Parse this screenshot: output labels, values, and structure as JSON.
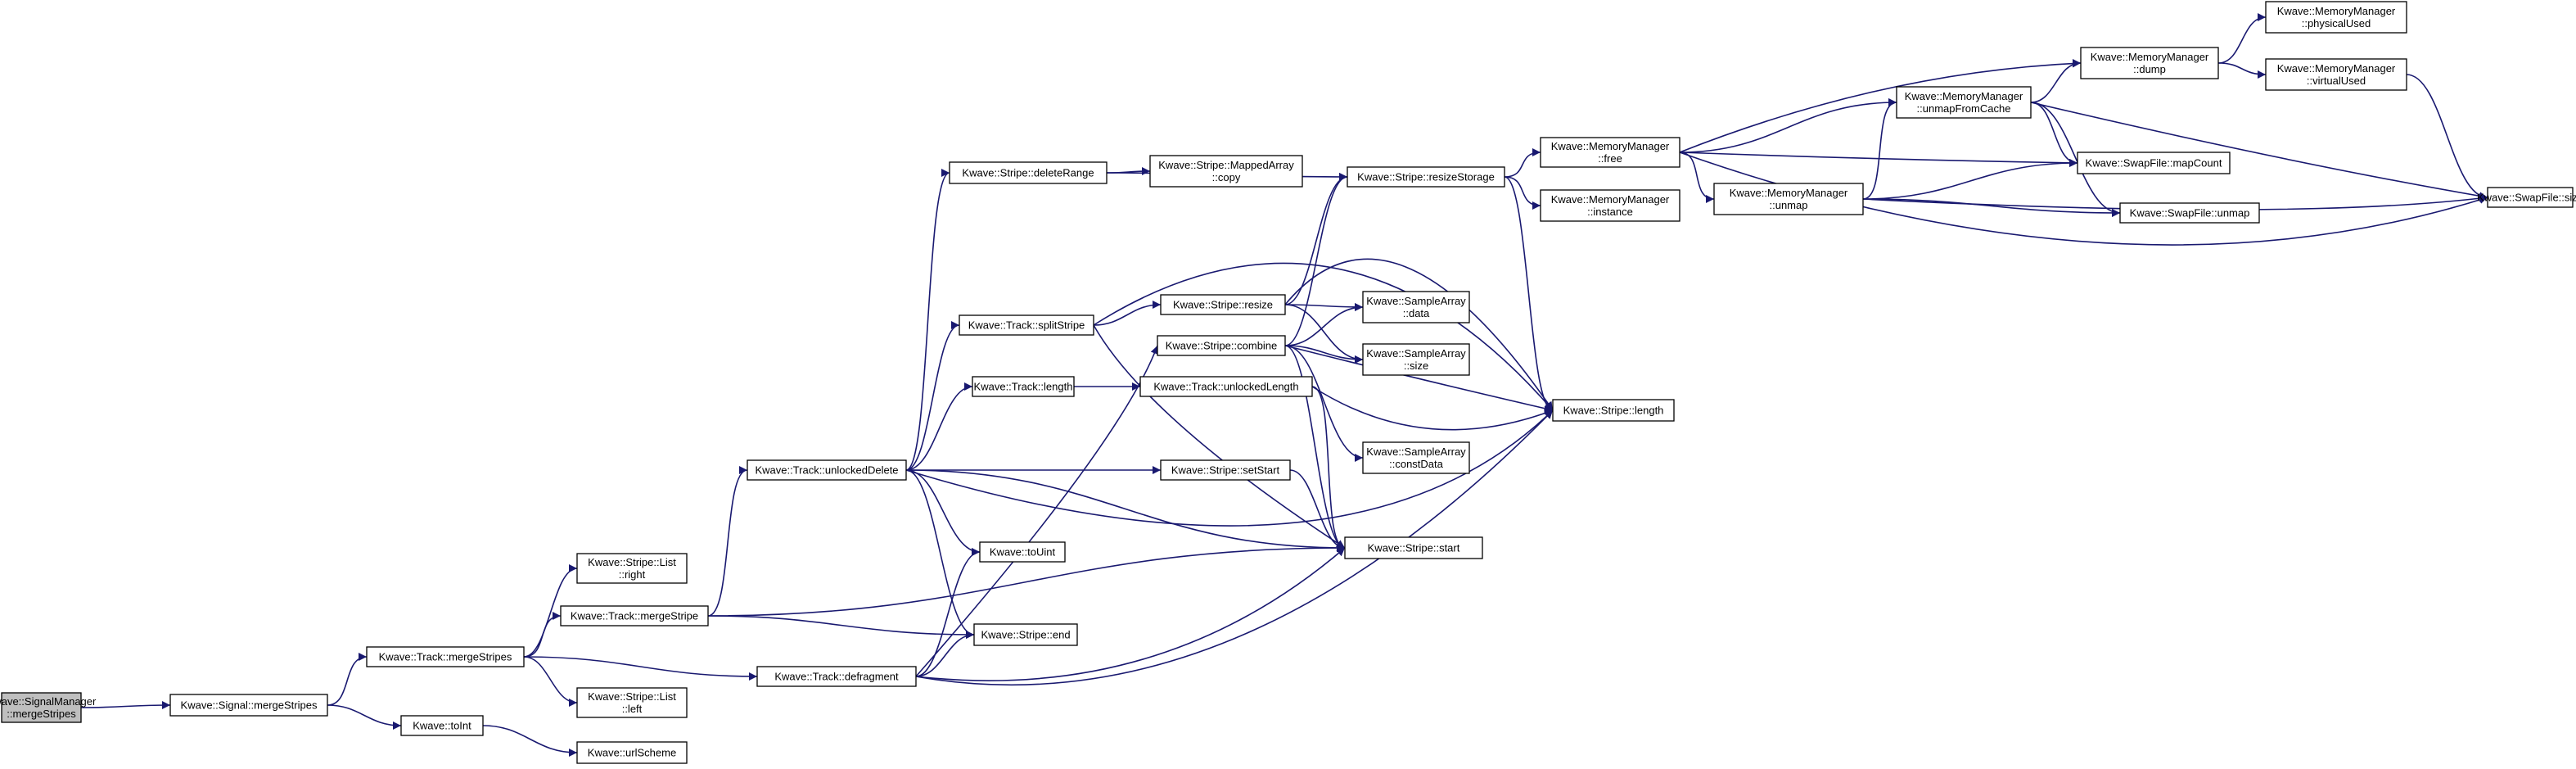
{
  "graph": {
    "edge_color": "#191970",
    "root_fill": "#bfbfbf",
    "nodes": [
      {
        "id": "sm_merge",
        "lines": [
          "Kwave::SignalManager",
          "::mergeStripes"
        ],
        "root": true
      },
      {
        "id": "sig_merge",
        "lines": [
          "Kwave::Signal::mergeStripes"
        ]
      },
      {
        "id": "toInt",
        "lines": [
          "Kwave::toInt"
        ]
      },
      {
        "id": "urlScheme",
        "lines": [
          "Kwave::urlScheme"
        ]
      },
      {
        "id": "track_mergeStripes",
        "lines": [
          "Kwave::Track::mergeStripes"
        ]
      },
      {
        "id": "list_right",
        "lines": [
          "Kwave::Stripe::List",
          "::right"
        ]
      },
      {
        "id": "track_mergeStripe",
        "lines": [
          "Kwave::Track::mergeStripe"
        ]
      },
      {
        "id": "list_left",
        "lines": [
          "Kwave::Stripe::List",
          "::left"
        ]
      },
      {
        "id": "track_defrag",
        "lines": [
          "Kwave::Track::defragment"
        ]
      },
      {
        "id": "track_unlockedDelete",
        "lines": [
          "Kwave::Track::unlockedDelete"
        ]
      },
      {
        "id": "stripe_deleteRange",
        "lines": [
          "Kwave::Stripe::deleteRange"
        ]
      },
      {
        "id": "track_splitStripe",
        "lines": [
          "Kwave::Track::splitStripe"
        ]
      },
      {
        "id": "track_length",
        "lines": [
          "Kwave::Track::length"
        ]
      },
      {
        "id": "toUint",
        "lines": [
          "Kwave::toUint"
        ]
      },
      {
        "id": "stripe_end",
        "lines": [
          "Kwave::Stripe::end"
        ]
      },
      {
        "id": "mapped_copy",
        "lines": [
          "Kwave::Stripe::MappedArray",
          "::copy"
        ]
      },
      {
        "id": "stripe_resize",
        "lines": [
          "Kwave::Stripe::resize"
        ]
      },
      {
        "id": "stripe_combine",
        "lines": [
          "Kwave::Stripe::combine"
        ]
      },
      {
        "id": "track_unlockedLength",
        "lines": [
          "Kwave::Track::unlockedLength"
        ]
      },
      {
        "id": "stripe_setStart",
        "lines": [
          "Kwave::Stripe::setStart"
        ]
      },
      {
        "id": "stripe_resizeStorage",
        "lines": [
          "Kwave::Stripe::resizeStorage"
        ]
      },
      {
        "id": "sa_data",
        "lines": [
          "Kwave::SampleArray",
          "::data"
        ]
      },
      {
        "id": "sa_size",
        "lines": [
          "Kwave::SampleArray",
          "::size"
        ]
      },
      {
        "id": "sa_constData",
        "lines": [
          "Kwave::SampleArray",
          "::constData"
        ]
      },
      {
        "id": "stripe_start",
        "lines": [
          "Kwave::Stripe::start"
        ]
      },
      {
        "id": "mm_free",
        "lines": [
          "Kwave::MemoryManager",
          "::free"
        ]
      },
      {
        "id": "mm_instance",
        "lines": [
          "Kwave::MemoryManager",
          "::instance"
        ]
      },
      {
        "id": "stripe_length",
        "lines": [
          "Kwave::Stripe::length"
        ]
      },
      {
        "id": "mm_unmapFromCache",
        "lines": [
          "Kwave::MemoryManager",
          "::unmapFromCache"
        ]
      },
      {
        "id": "mm_unmap",
        "lines": [
          "Kwave::MemoryManager",
          "::unmap"
        ]
      },
      {
        "id": "mm_dump",
        "lines": [
          "Kwave::MemoryManager",
          "::dump"
        ]
      },
      {
        "id": "sf_mapCount",
        "lines": [
          "Kwave::SwapFile::mapCount"
        ]
      },
      {
        "id": "sf_unmap",
        "lines": [
          "Kwave::SwapFile::unmap"
        ]
      },
      {
        "id": "mm_physicalUsed",
        "lines": [
          "Kwave::MemoryManager",
          "::physicalUsed"
        ]
      },
      {
        "id": "mm_virtualUsed",
        "lines": [
          "Kwave::MemoryManager",
          "::virtualUsed"
        ]
      },
      {
        "id": "sf_size",
        "lines": [
          "Kwave::SwapFile::size"
        ]
      }
    ],
    "edges": [
      [
        "sm_merge",
        "sig_merge"
      ],
      [
        "sig_merge",
        "track_mergeStripes"
      ],
      [
        "sig_merge",
        "toInt"
      ],
      [
        "toInt",
        "urlScheme"
      ],
      [
        "track_mergeStripes",
        "list_right"
      ],
      [
        "track_mergeStripes",
        "track_mergeStripe"
      ],
      [
        "track_mergeStripes",
        "list_left"
      ],
      [
        "track_mergeStripes",
        "track_defrag"
      ],
      [
        "track_mergeStripe",
        "track_unlockedDelete"
      ],
      [
        "track_mergeStripe",
        "stripe_start"
      ],
      [
        "track_mergeStripe",
        "stripe_end"
      ],
      [
        "track_defrag",
        "toUint"
      ],
      [
        "track_defrag",
        "stripe_end"
      ],
      [
        "track_defrag",
        "stripe_combine"
      ],
      [
        "track_defrag",
        "stripe_start"
      ],
      [
        "track_defrag",
        "stripe_length"
      ],
      [
        "track_unlockedDelete",
        "stripe_deleteRange"
      ],
      [
        "track_unlockedDelete",
        "track_splitStripe"
      ],
      [
        "track_unlockedDelete",
        "track_length"
      ],
      [
        "track_unlockedDelete",
        "stripe_setStart"
      ],
      [
        "track_unlockedDelete",
        "toUint"
      ],
      [
        "track_unlockedDelete",
        "stripe_end"
      ],
      [
        "track_unlockedDelete",
        "stripe_start"
      ],
      [
        "track_unlockedDelete",
        "stripe_length"
      ],
      [
        "stripe_deleteRange",
        "mapped_copy"
      ],
      [
        "stripe_deleteRange",
        "stripe_resizeStorage"
      ],
      [
        "track_splitStripe",
        "stripe_resize"
      ],
      [
        "track_splitStripe",
        "stripe_length"
      ],
      [
        "track_splitStripe",
        "stripe_start"
      ],
      [
        "track_length",
        "track_unlockedLength"
      ],
      [
        "track_unlockedLength",
        "stripe_start"
      ],
      [
        "track_unlockedLength",
        "stripe_length"
      ],
      [
        "stripe_resize",
        "stripe_resizeStorage"
      ],
      [
        "stripe_resize",
        "sa_data"
      ],
      [
        "stripe_resize",
        "sa_size"
      ],
      [
        "stripe_resize",
        "stripe_length"
      ],
      [
        "stripe_combine",
        "stripe_resizeStorage"
      ],
      [
        "stripe_combine",
        "sa_data"
      ],
      [
        "stripe_combine",
        "sa_size"
      ],
      [
        "stripe_combine",
        "sa_constData"
      ],
      [
        "stripe_combine",
        "stripe_length"
      ],
      [
        "stripe_combine",
        "stripe_start"
      ],
      [
        "stripe_setStart",
        "stripe_start"
      ],
      [
        "stripe_resizeStorage",
        "mm_free"
      ],
      [
        "stripe_resizeStorage",
        "mm_instance"
      ],
      [
        "stripe_resizeStorage",
        "stripe_length"
      ],
      [
        "mm_free",
        "mm_dump"
      ],
      [
        "mm_free",
        "mm_unmapFromCache"
      ],
      [
        "mm_free",
        "mm_unmap"
      ],
      [
        "mm_free",
        "sf_mapCount"
      ],
      [
        "mm_free",
        "sf_size"
      ],
      [
        "mm_unmapFromCache",
        "mm_dump"
      ],
      [
        "mm_unmapFromCache",
        "sf_mapCount"
      ],
      [
        "mm_unmapFromCache",
        "sf_unmap"
      ],
      [
        "mm_unmapFromCache",
        "sf_size"
      ],
      [
        "mm_unmap",
        "mm_unmapFromCache"
      ],
      [
        "mm_unmap",
        "sf_mapCount"
      ],
      [
        "mm_unmap",
        "sf_unmap"
      ],
      [
        "mm_unmap",
        "sf_size"
      ],
      [
        "mm_dump",
        "mm_physicalUsed"
      ],
      [
        "mm_dump",
        "mm_virtualUsed"
      ],
      [
        "mm_virtualUsed",
        "sf_size"
      ]
    ]
  }
}
